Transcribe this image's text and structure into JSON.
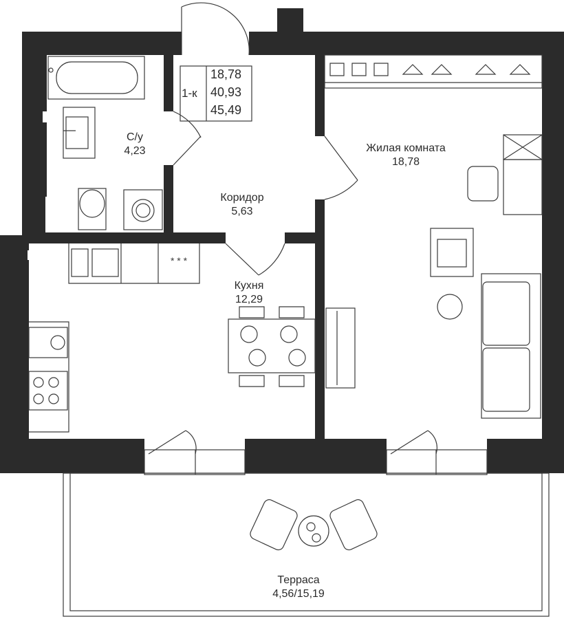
{
  "summary": {
    "type": "1-к",
    "living_area": "18,78",
    "total_area": "40,93",
    "total_with_terrace": "45,49"
  },
  "rooms": {
    "bathroom": {
      "name": "С/у",
      "area": "4,23"
    },
    "corridor": {
      "name": "Коридор",
      "area": "5,63"
    },
    "living": {
      "name": "Жилая комната",
      "area": "18,78"
    },
    "kitchen": {
      "name": "Кухня",
      "area": "12,29"
    },
    "terrace": {
      "name": "Терраса",
      "area": "4,56/15,19"
    }
  },
  "colors": {
    "wall": "#2b2b2b",
    "line": "#3a3a3a",
    "background": "#ffffff"
  }
}
